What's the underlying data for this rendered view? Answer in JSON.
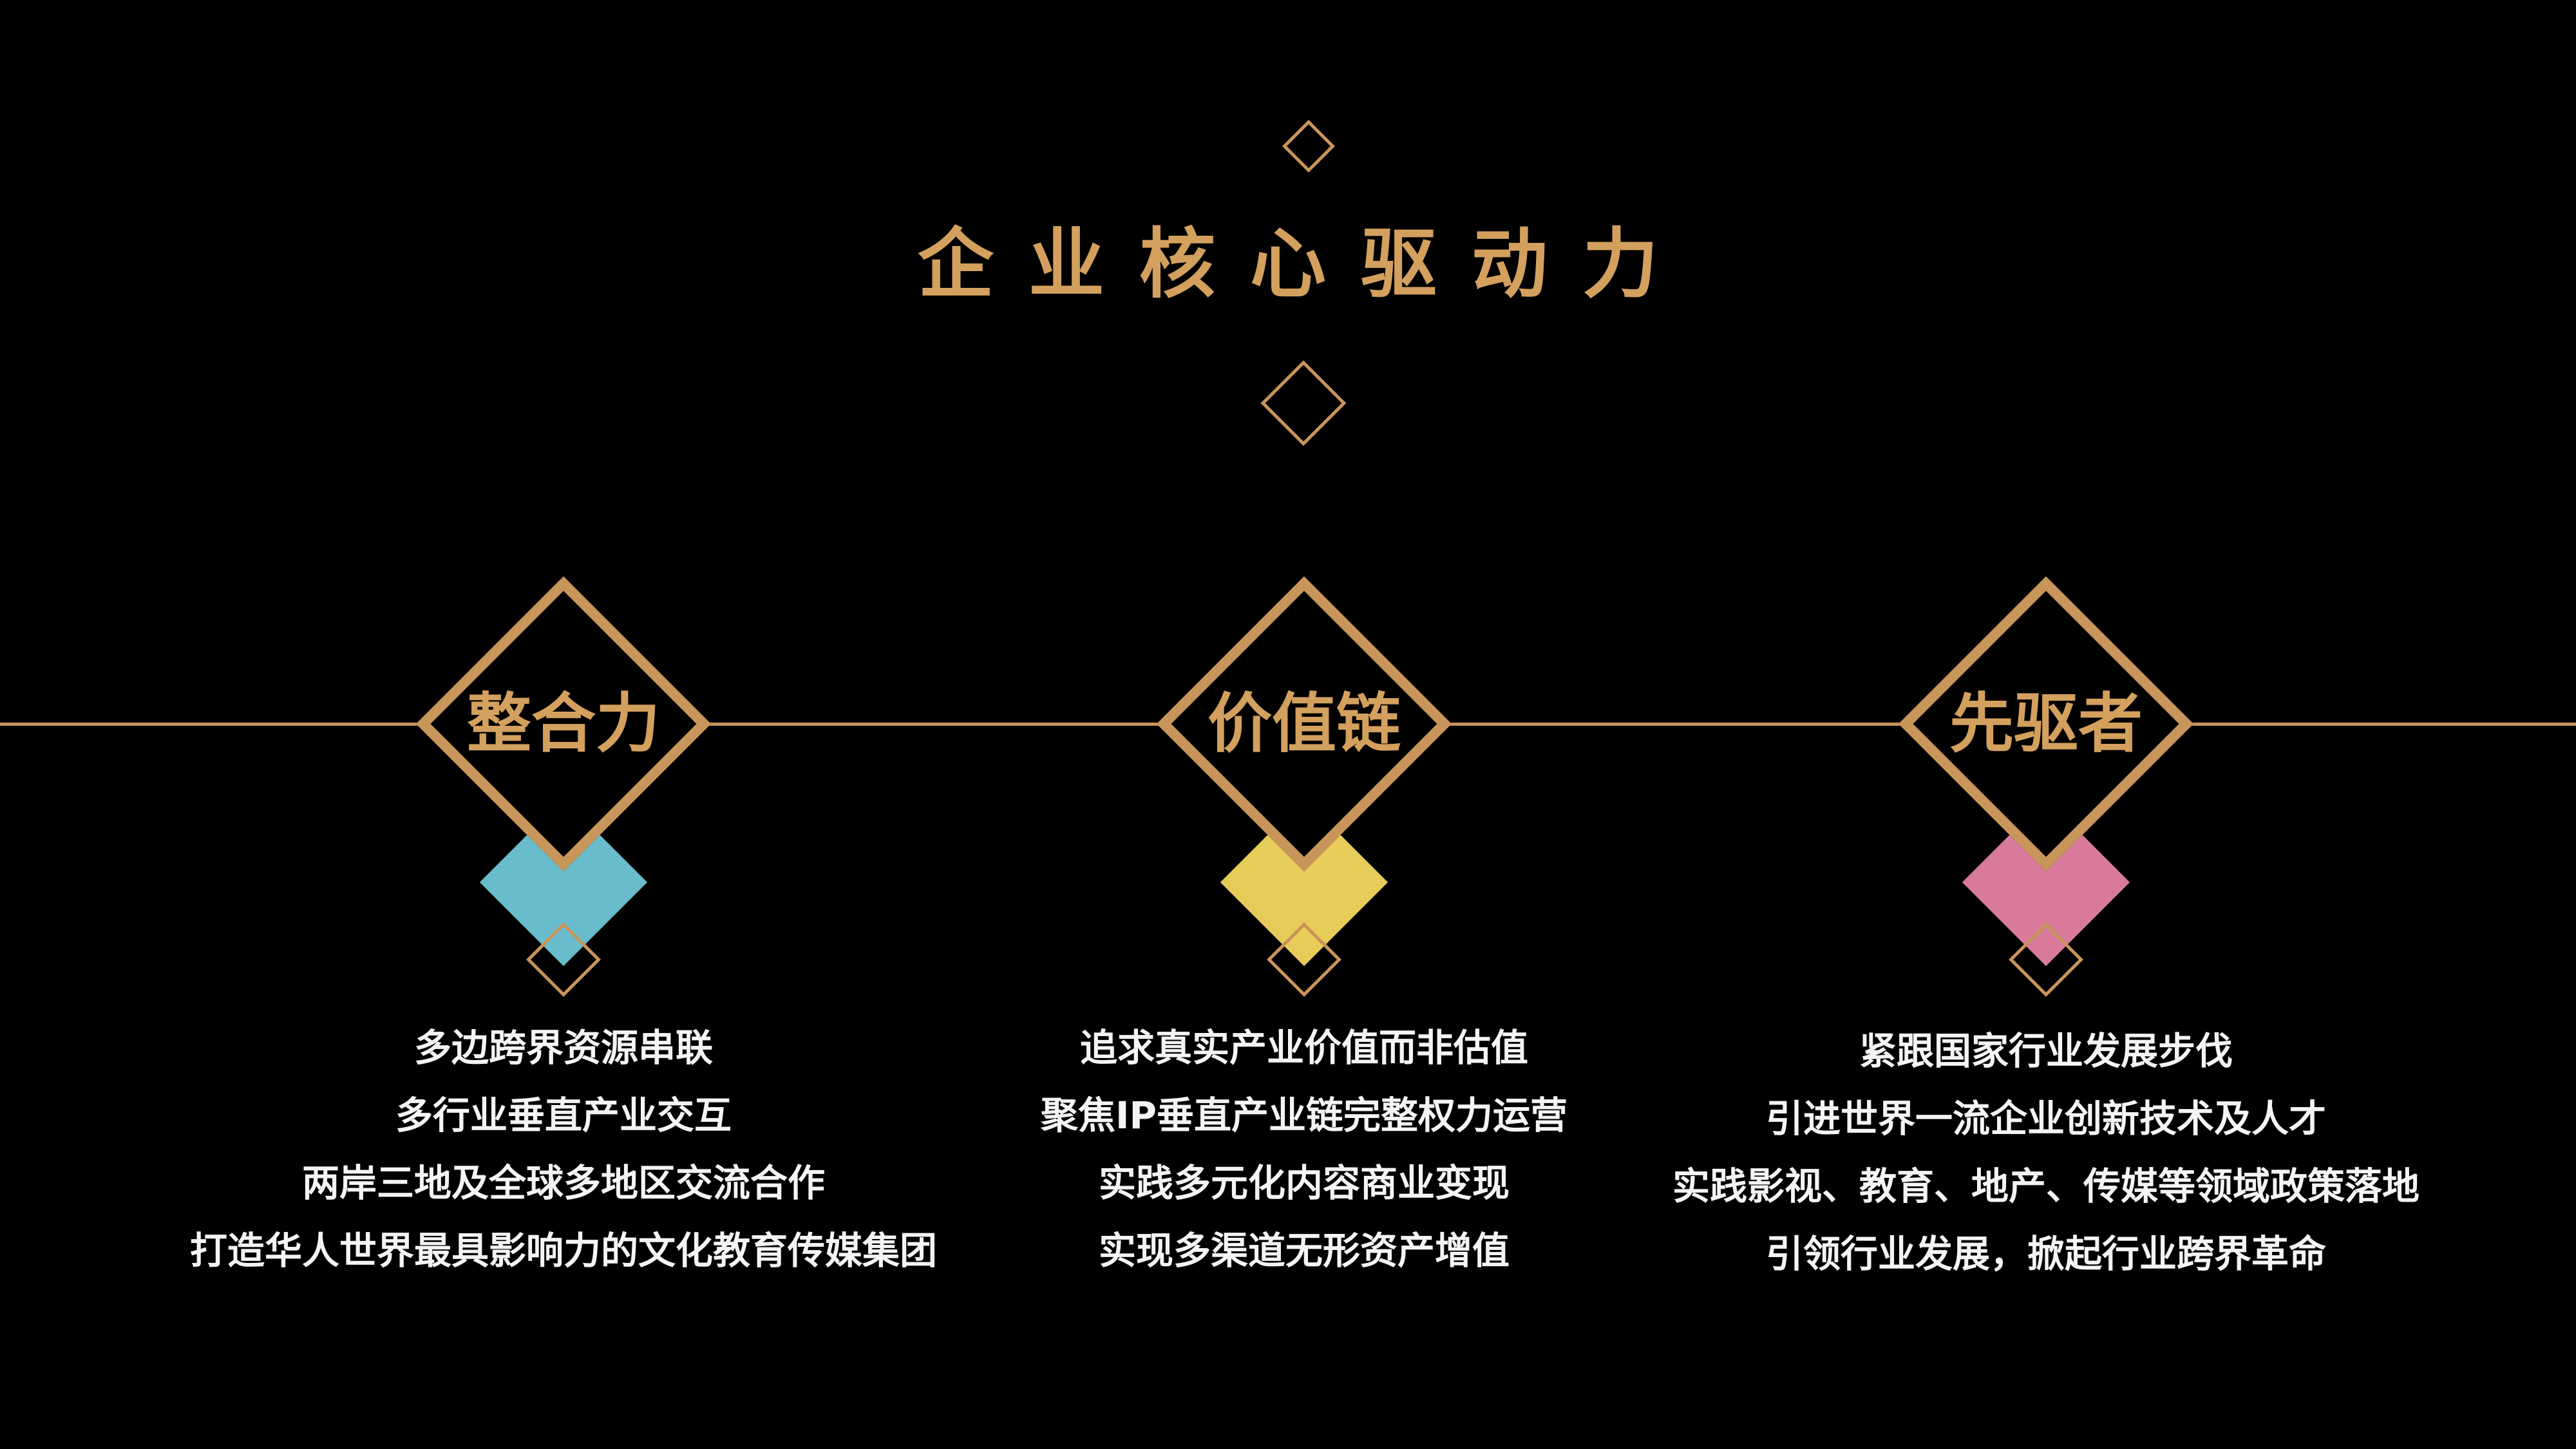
{
  "page": {
    "title": "企业核心驱动力"
  },
  "colors": {
    "background": "#000000",
    "gold": "#c8955a",
    "gold_text": "#d3a05e",
    "white_text": "#f4f4f4",
    "teal": "#69bccb",
    "yellow": "#e7cc5a",
    "pink": "#d97a9c"
  },
  "pillars": [
    {
      "label": "整合力",
      "accent": "teal",
      "lines": [
        "多边跨界资源串联",
        "多行业垂直产业交互",
        "两岸三地及全球多地区交流合作",
        "打造华人世界最具影响力的文化教育传媒集团"
      ]
    },
    {
      "label": "价值链",
      "accent": "yellow",
      "lines": [
        "追求真实产业价值而非估值",
        "聚焦IP垂直产业链完整权力运营",
        "实践多元化内容商业变现",
        "实现多渠道无形资产增值"
      ]
    },
    {
      "label": "先驱者",
      "accent": "pink",
      "lines": [
        "紧跟国家行业发展步伐",
        "引进世界一流企业创新技术及人才",
        "实践影视、教育、地产、传媒等领域政策落地",
        "引领行业发展，掀起行业跨界革命"
      ]
    }
  ]
}
